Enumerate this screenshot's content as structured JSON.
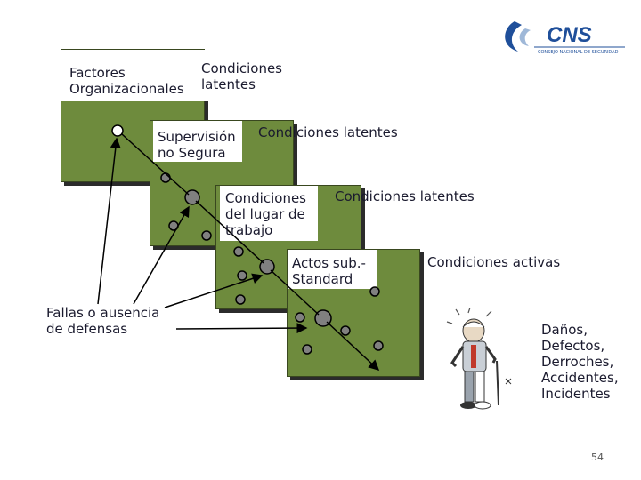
{
  "logo": {
    "text": "CNS",
    "subtitle": "CONSEJO NACIONAL DE SEGURIDAD",
    "color": "#1f4f9a"
  },
  "labels": {
    "l1_left": "Factores\nOrganizacionales",
    "l1_right": "Condiciones\nlatentes",
    "l2_left": "Supervisión\nno Segura",
    "l2_right": "Condiciones latentes",
    "l3_left": "Condiciones\ndel lugar de\ntrabajo",
    "l3_right": "Condiciones latentes",
    "l4_left": "Actos sub.-\nStandard",
    "l4_right": "Condiciones activas",
    "fallas": "Fallas o ausencia\nde defensas",
    "outcome": "Daños,\nDefectos,\nDerroches,\nAccidentes,\nIncidentes"
  },
  "colors": {
    "layer": "#6e8b3d",
    "hole": "#808080",
    "text": "#1a1a2e"
  },
  "page_number": "54"
}
